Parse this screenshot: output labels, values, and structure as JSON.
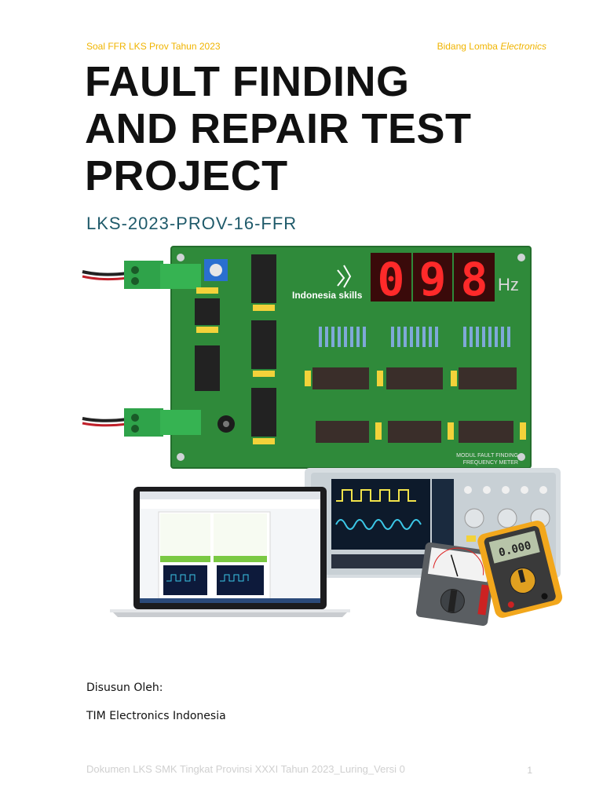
{
  "header": {
    "left": "Soal FFR LKS Prov Tahun 2023",
    "right_prefix": "Bidang Lomba ",
    "right_italic": "Electronics"
  },
  "title_lines": [
    "FAULT FINDING",
    "AND REPAIR TEST",
    "PROJECT"
  ],
  "code": "LKS-2023-PROV-16-FFR",
  "image": {
    "pcb_display": {
      "digit1": "0",
      "digit2": "9",
      "digit3": "8",
      "unit": "Hz"
    },
    "pcb_logo": "Indonesia skills",
    "pcb_label_line1": "MODUL FAULT FINDING",
    "pcb_label_line2": "FREQUENCY METER",
    "multimeter_reading": "0.000"
  },
  "author": {
    "label": "Disusun Oleh:",
    "name": "TIM Electronics Indonesia"
  },
  "footer": {
    "text": "Dokumen LKS SMK Tingkat Provinsi XXXI Tahun 2023_Luring_Versi 0",
    "page": "1"
  },
  "colors": {
    "header": "#f0b400",
    "code": "#1f5a6a",
    "pcb": "#2f8a3a",
    "led": "#ff2a2a"
  }
}
